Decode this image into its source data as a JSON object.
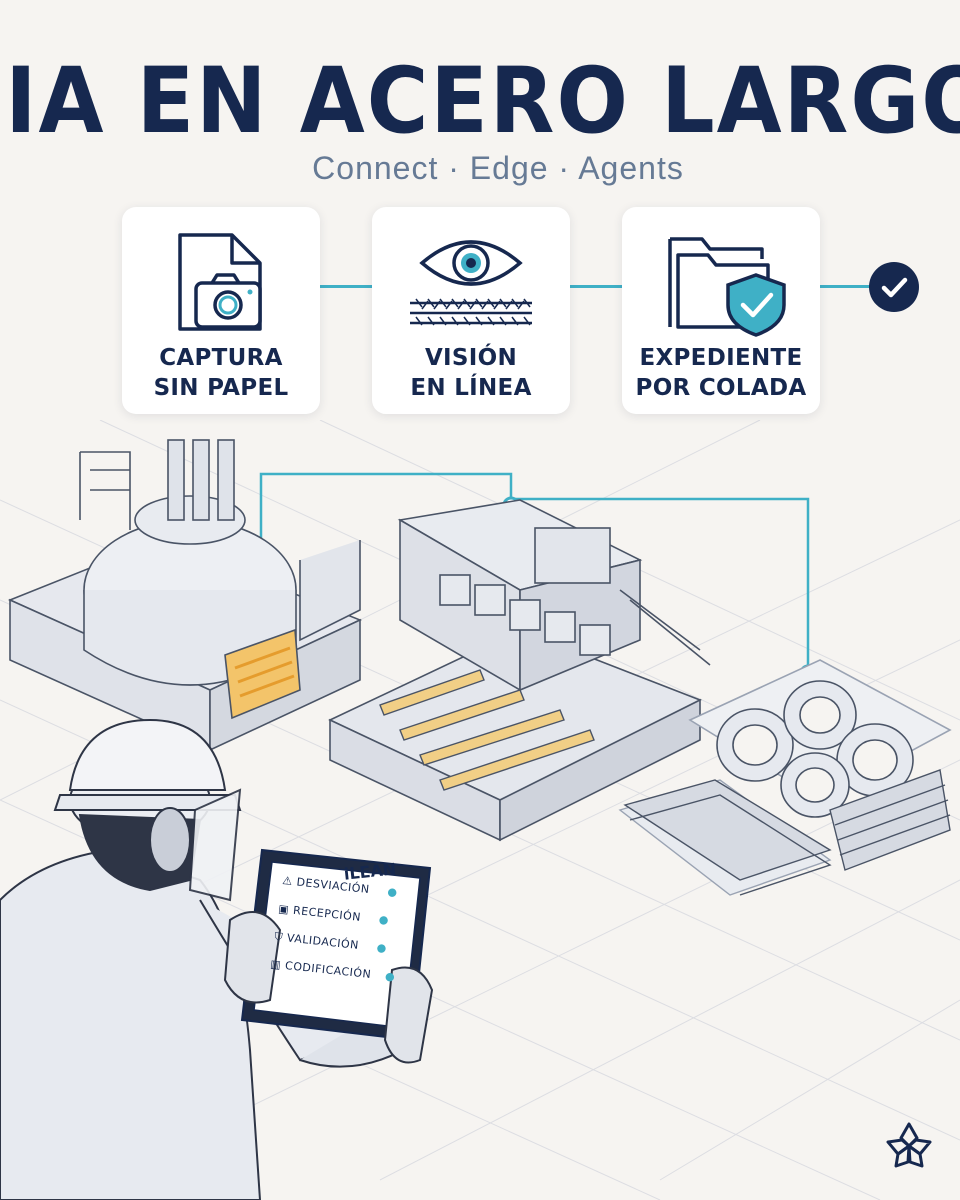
{
  "header": {
    "title": "IA EN ACERO LARGO",
    "subtitle": "Connect · Edge · Agents"
  },
  "cards": [
    {
      "line1": "CAPTURA",
      "line2": "SIN PAPEL",
      "icon": "document-camera-icon"
    },
    {
      "line1": "VISIÓN",
      "line2": "EN LÍNEA",
      "icon": "eye-rebar-icon"
    },
    {
      "line1": "EXPEDIENTE",
      "line2": "POR COLADA",
      "icon": "folder-shield-icon"
    }
  ],
  "status": {
    "icon": "check-circle-icon"
  },
  "tablet": {
    "title": "iLEAN",
    "items": [
      {
        "label": "DESVIACIÓN",
        "icon": "warning-icon",
        "status": "check"
      },
      {
        "label": "RECEPCIÓN",
        "icon": "box-icon",
        "status": "check"
      },
      {
        "label": "VALIDACIÓN",
        "icon": "shield-check-icon",
        "status": "check"
      },
      {
        "label": "CODIFICACIÓN",
        "icon": "barcode-icon",
        "status": "check"
      }
    ]
  },
  "colors": {
    "navy": "#16284f",
    "accent": "#3fb0c6",
    "background": "#f6f4f1",
    "line": "#5a6578"
  },
  "brand": {
    "logo": "flower-logo-icon"
  }
}
